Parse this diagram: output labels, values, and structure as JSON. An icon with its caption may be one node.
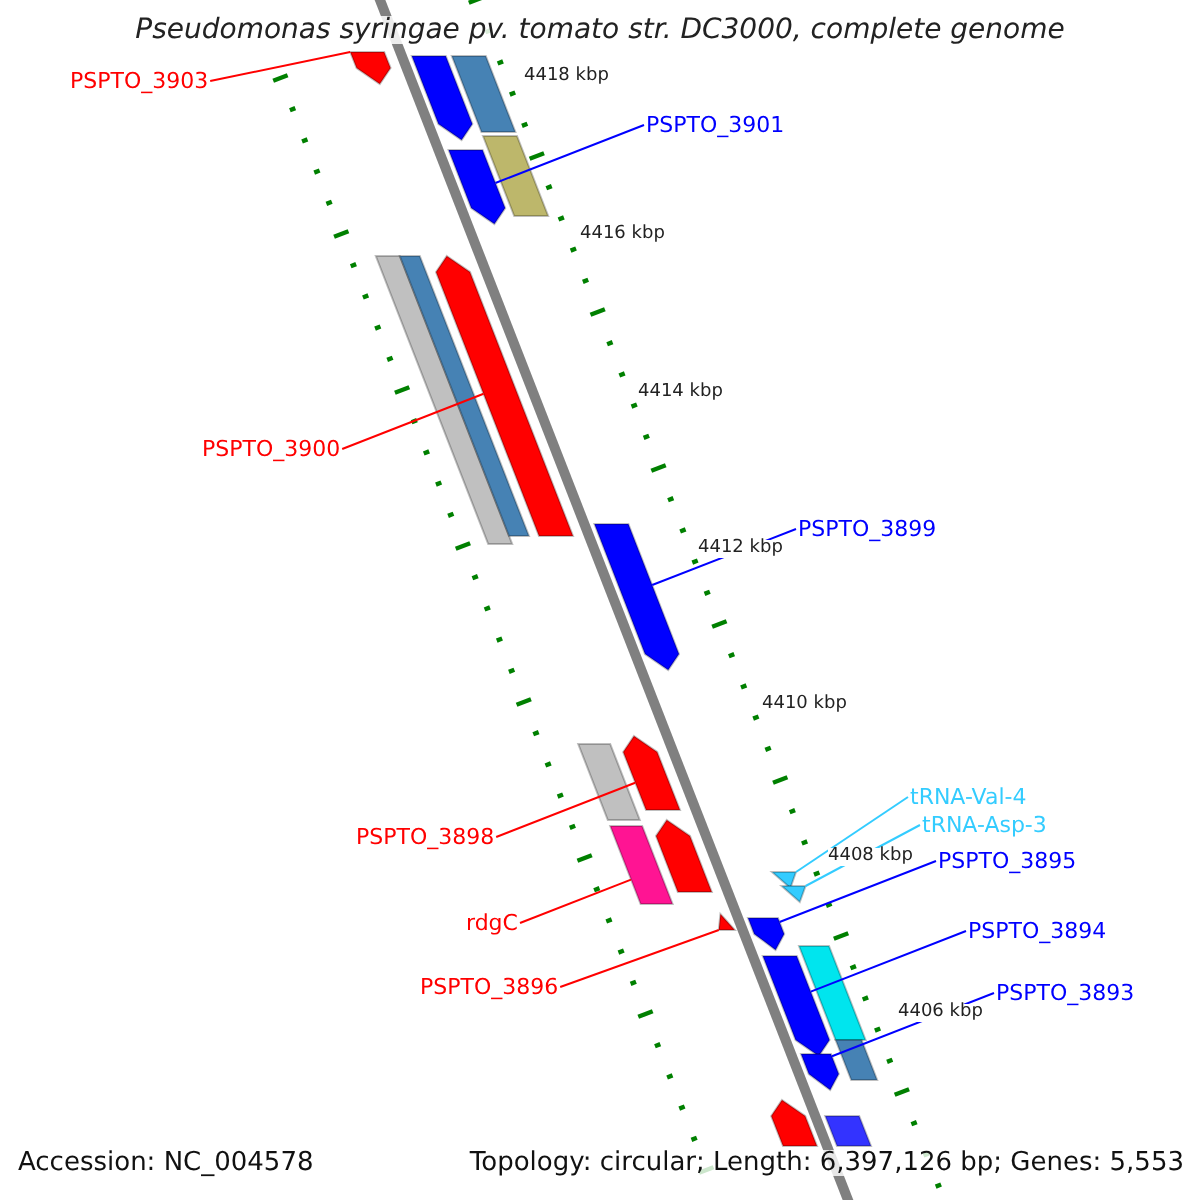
{
  "diagram": {
    "title": "Pseudomonas syringae pv. tomato str. DC3000, complete genome",
    "nodes": [
      {
        "text": [
          "PSPTO_3903"
        ]
      },
      {
        "text": [
          "PSPTO_3901"
        ]
      },
      {
        "text": [
          "PSPTO_3900"
        ]
      },
      {
        "text": [
          "PSPTO_3899"
        ]
      },
      {
        "text": [
          "PSPTO_3898"
        ]
      },
      {
        "text": [
          "rdgC"
        ]
      },
      {
        "text": [
          "PSPTO_3896"
        ]
      },
      {
        "text": [
          "tRNA-Val-4"
        ]
      },
      {
        "text": [
          "tRNA-Asp-3"
        ]
      },
      {
        "text": [
          "PSPTO_3895"
        ]
      },
      {
        "text": [
          "PSPTO_3894"
        ]
      },
      {
        "text": [
          "PSPTO_3893"
        ]
      },
      {
        "text": [],
        "shape": "bar"
      },
      {
        "text": [],
        "shape": "bar"
      },
      {
        "text": [],
        "shape": "bar"
      },
      {
        "text": [],
        "shape": "bar"
      },
      {
        "text": [],
        "shape": "bar"
      },
      {
        "text": [],
        "shape": "bar"
      },
      {
        "text": [],
        "shape": "bar"
      },
      {
        "text": [],
        "shape": "bar"
      },
      {
        "text": [],
        "shape": "bar"
      },
      {
        "text": [],
        "shape": "bar"
      },
      {
        "text": [],
        "shape": "bar"
      },
      {
        "text": [],
        "shape": "bar"
      },
      {
        "text": [],
        "shape": "bar"
      },
      {
        "text": [],
        "shape": "bar"
      },
      {
        "text": [],
        "shape": "bar"
      },
      {
        "text": [],
        "shape": "bar"
      },
      {
        "text": [],
        "shape": "bar"
      },
      {
        "text": [],
        "shape": "bar"
      },
      {
        "text": [],
        "shape": "bar"
      },
      {
        "text": [],
        "shape": "bar"
      },
      {
        "text": [],
        "shape": "bar"
      },
      {
        "text": [],
        "shape": "bar"
      },
      {
        "text": [],
        "shape": "bar"
      }
    ],
    "edges": [
      {
        "from": 0,
        "to": 12,
        "arrow": "none",
        "color": "#ff0000"
      },
      {
        "from": 1,
        "to": 16,
        "arrow": "none",
        "color": "#0000ff"
      },
      {
        "from": 2,
        "to": 17,
        "arrow": "none",
        "color": "#ff0000"
      },
      {
        "from": 3,
        "to": 20,
        "arrow": "none",
        "color": "#0000ff"
      },
      {
        "from": 4,
        "to": 21,
        "arrow": "none",
        "color": "#ff0000"
      },
      {
        "from": 5,
        "to": 24,
        "arrow": "none",
        "color": "#ff0000"
      },
      {
        "from": 6,
        "to": 27,
        "arrow": "none",
        "color": "#ff0000"
      },
      {
        "from": 7,
        "to": 25,
        "arrow": "none",
        "color": "#33ccff"
      },
      {
        "from": 8,
        "to": 26,
        "arrow": "none",
        "color": "#33ccff"
      },
      {
        "from": 9,
        "to": 28,
        "arrow": "none",
        "color": "#0000ff"
      },
      {
        "from": 10,
        "to": 30,
        "arrow": "none",
        "color": "#0000ff"
      },
      {
        "from": 11,
        "to": 32,
        "arrow": "none",
        "color": "#0000ff"
      }
    ],
    "labels": [
      "4418 kbp",
      "4416 kbp",
      "4414 kbp",
      "4412 kbp",
      "4410 kbp",
      "4408 kbp",
      "4406 kbp",
      "Accession: NC_004578",
      "Topology: circular; Length: 6,397,126 bp; Genes: 5,553"
    ]
  }
}
